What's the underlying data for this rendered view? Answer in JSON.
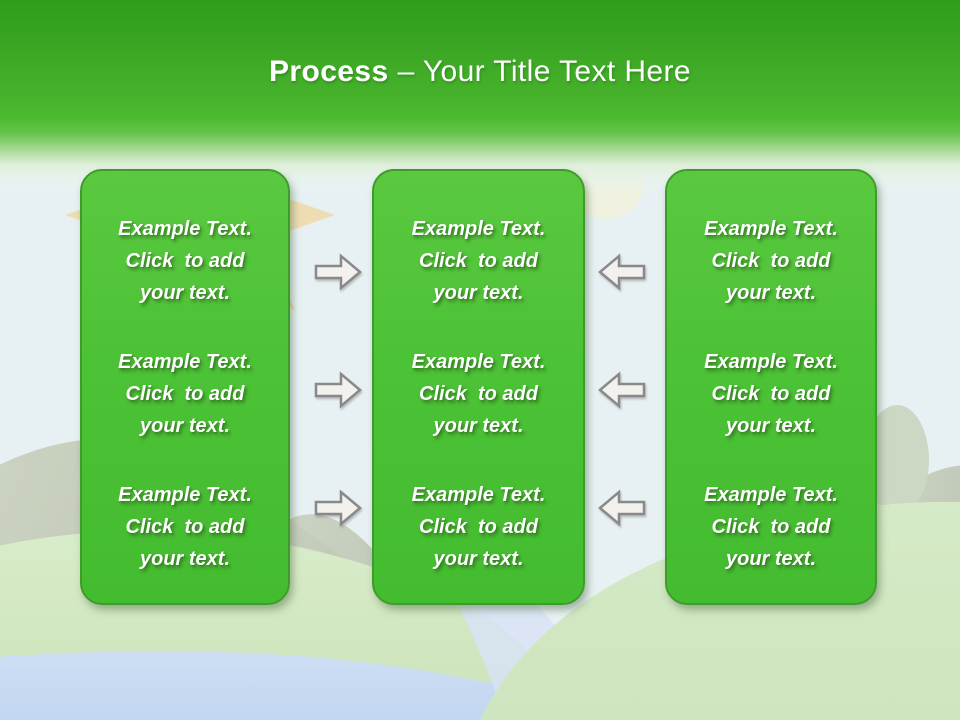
{
  "title": {
    "bold_part": "Process",
    "rest": "– Your Title Text Here"
  },
  "boxes": [
    {
      "position": "left",
      "paragraphs": [
        "Example Text.\nClick  to add\nyour text.",
        "Example Text.\nClick  to add\nyour text.",
        "Example Text.\nClick  to add\nyour text."
      ]
    },
    {
      "position": "middle",
      "paragraphs": [
        "Example Text.\nClick  to add\nyour text.",
        "Example Text.\nClick  to add\nyour text.",
        "Example Text.\nClick  to add\nyour text."
      ]
    },
    {
      "position": "right",
      "paragraphs": [
        "Example Text.\nClick  to add\nyour text.",
        "Example Text.\nClick  to add\nyour text.",
        "Example Text.\nClick  to add\nyour text."
      ]
    }
  ],
  "arrows": {
    "between_left_and_middle": {
      "direction": "right",
      "count": 3
    },
    "between_right_and_middle": {
      "direction": "left",
      "count": 3
    }
  },
  "colors": {
    "header_green_top": "#2f9d1a",
    "header_green": "#4bb82d",
    "box_fill": "#4cc236",
    "box_border": "#3d9c2a",
    "box_text": "#ffffff",
    "arrow_fill": "#f2f1ee",
    "arrow_border": "#898989",
    "background": "#e7f1f3",
    "hill_green": "#d3e8c3",
    "mountain_gray": "#c6cdbc",
    "water_blue": "#c8dbf3",
    "sun_yellow": "#f3e0ab"
  }
}
